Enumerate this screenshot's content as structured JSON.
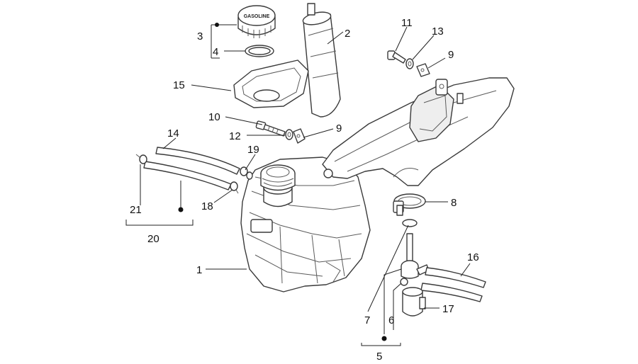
{
  "cap_label": "GASOLINE",
  "callouts": {
    "n1": "1",
    "n2": "2",
    "n3": "3",
    "n4": "4",
    "n5": "5",
    "n6": "6",
    "n7": "7",
    "n8": "8",
    "n9a": "9",
    "n9b": "9",
    "n10": "10",
    "n11": "11",
    "n12": "12",
    "n13": "13",
    "n14": "14",
    "n15": "15",
    "n16": "16",
    "n17": "17",
    "n18": "18",
    "n19": "19",
    "n20": "20",
    "n21": "21"
  },
  "colors": {
    "line": "#3a3a3a",
    "leader": "#222222",
    "background": "#ffffff"
  }
}
